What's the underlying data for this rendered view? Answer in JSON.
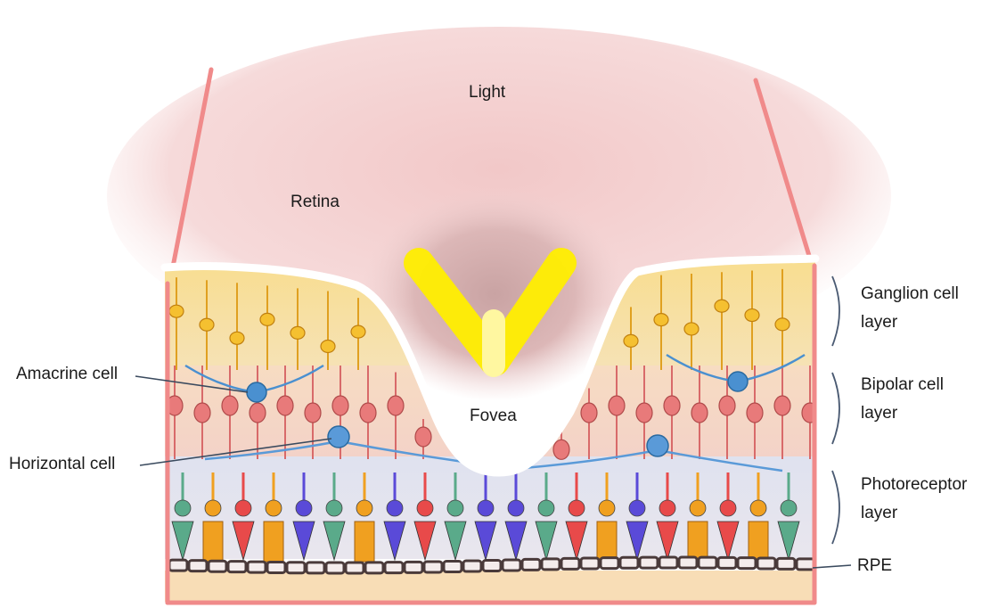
{
  "labels": {
    "light": "Light",
    "retina": "Retina",
    "fovea": "Fovea",
    "amacrine": "Amacrine cell",
    "horizontal": "Horizontal cell",
    "ganglion_1": "Ganglion cell",
    "ganglion_2": "layer",
    "bipolar_1": "Bipolar cell",
    "bipolar_2": "layer",
    "photoreceptor_1": "Photoreceptor",
    "photoreceptor_2": "layer",
    "rpe": "RPE"
  },
  "colors": {
    "light_beam": "#ffee00",
    "frame": "#f08a8a",
    "ganglion_cell": "#f5c030",
    "bipolar_cell": "#e87a7a",
    "amacrine_cell": "#4a90d0",
    "horizontal_cell": "#5a9ad8",
    "rod_green": "#5aaa8a",
    "cone_red": "#e84a4a",
    "cone_blue": "#5a4ad8",
    "cone_orange": "#f0a020",
    "rpe": "#4a3a3a"
  }
}
